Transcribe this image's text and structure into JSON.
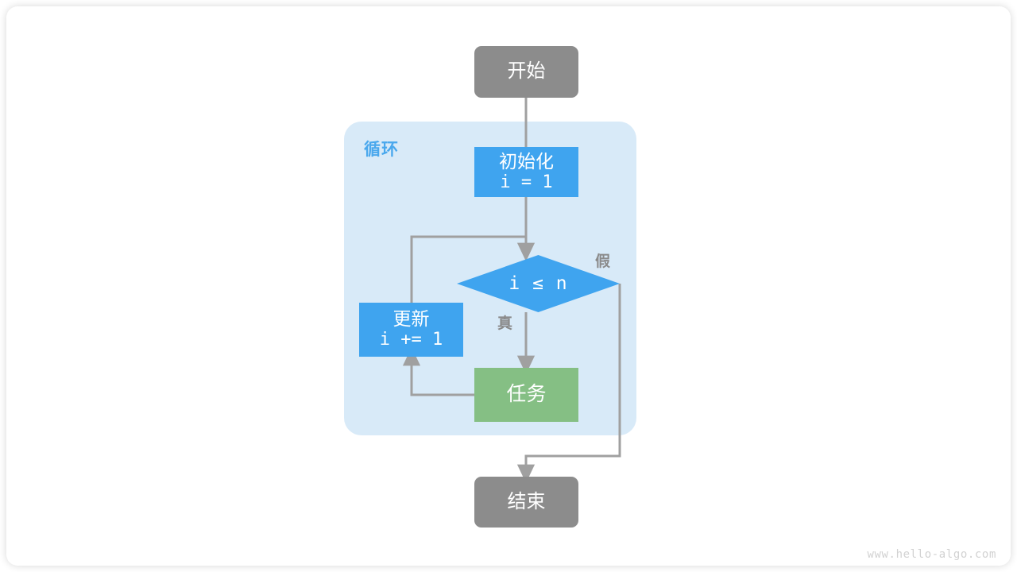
{
  "diagram": {
    "title": "for-loop-flowchart",
    "watermark": "www.hello-algo.com",
    "colors": {
      "terminal_gray": "#8c8c8c",
      "process_blue": "#3fa4ef",
      "process_green": "#85bf84",
      "loop_container_blue": "#d8eaf8",
      "edge_gray": "#a0a0a0",
      "label_gray": "#8a8a8a",
      "loop_label_blue": "#4aa8ed",
      "node_text": "#ffffff",
      "watermark_gray": "#d2d2d2"
    },
    "loop_container": {
      "label": "循环"
    },
    "nodes": {
      "start": {
        "label": "开始",
        "shape": "terminal"
      },
      "init": {
        "line1": "初始化",
        "line2": "i = 1",
        "shape": "process"
      },
      "condition": {
        "label": "i ≤ n",
        "shape": "diamond"
      },
      "update": {
        "line1": "更新",
        "line2": "i += 1",
        "shape": "process"
      },
      "task": {
        "line1": "任务",
        "shape": "process"
      },
      "end": {
        "label": "结束",
        "shape": "terminal"
      }
    },
    "edge_labels": {
      "true_branch": "真",
      "false_branch": "假"
    }
  }
}
